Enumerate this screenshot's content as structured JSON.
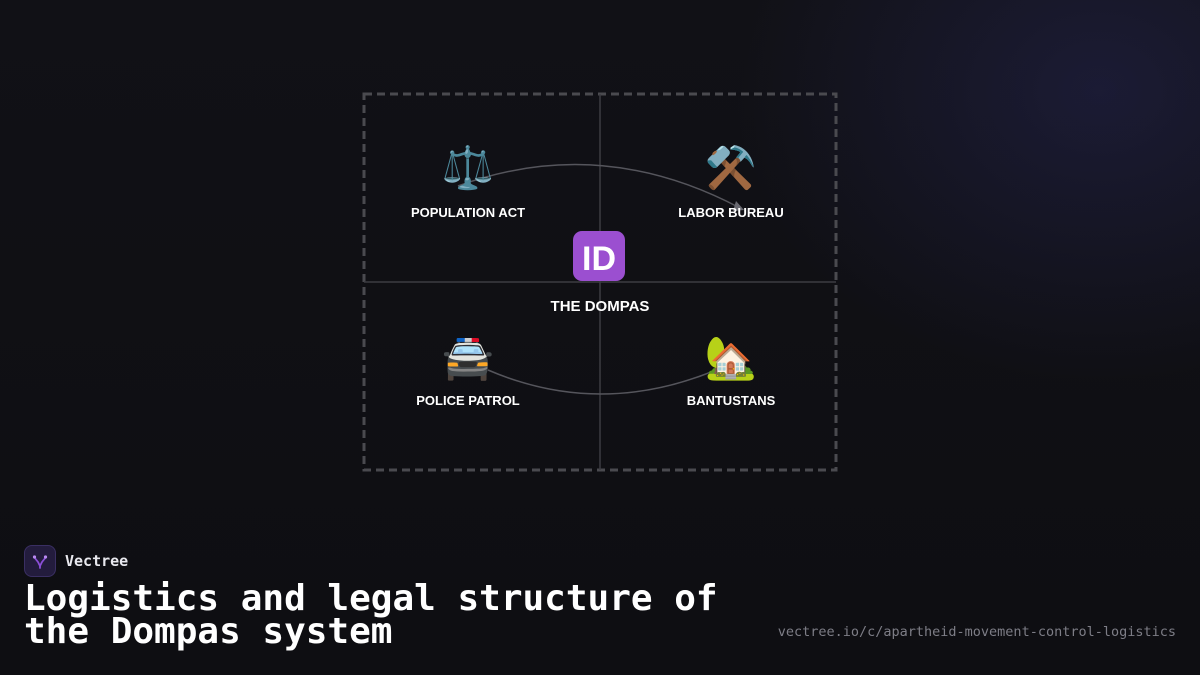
{
  "diagram": {
    "center": {
      "label": "THE DOMPAS",
      "icon": "id-button-emoji",
      "glyph": "🆔"
    },
    "nodes": [
      {
        "key": "population-act",
        "label": "POPULATION ACT",
        "icon": "balance-scale-emoji",
        "glyph": "⚖️"
      },
      {
        "key": "labor-bureau",
        "label": "LABOR BUREAU",
        "icon": "hammer-and-pick-emoji",
        "glyph": "⚒️"
      },
      {
        "key": "police-patrol",
        "label": "POLICE PATROL",
        "icon": "police-car-emoji",
        "glyph": "🚔"
      },
      {
        "key": "bantustans",
        "label": "BANTUSTANS",
        "icon": "house-with-garden-emoji",
        "glyph": "🏡"
      }
    ],
    "colors": {
      "frame": "#4a4a4f",
      "divider": "#3c3c42",
      "connector": "#55555c"
    }
  },
  "brand": {
    "name": "Vectree",
    "icon": "vectree-logo-icon",
    "accent": "#8b4fd8"
  },
  "title": "Logistics and legal structure of the Dompas system",
  "url": "vectree.io/c/apartheid-movement-control-logistics"
}
